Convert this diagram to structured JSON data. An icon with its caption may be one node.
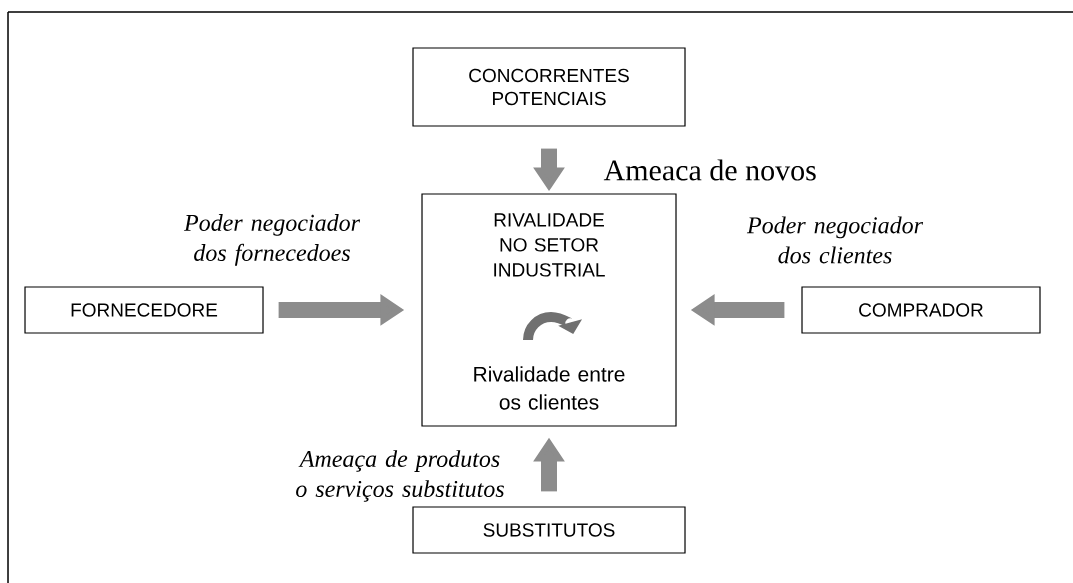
{
  "diagram": {
    "nodes": [
      {
        "text": [
          "CONCORRENTES POTENCIAIS"
        ]
      },
      {
        "text": [
          "RIVALIDADE NO SETOR INDUSTRIAL",
          "Rivalidade entre os clientes"
        ]
      },
      {
        "text": [
          "FORNECEDORE"
        ]
      },
      {
        "text": [
          "COMPRADOR"
        ]
      },
      {
        "text": [
          "SUBSTITUTOS"
        ]
      }
    ],
    "edges": [
      {
        "from": 0,
        "to": 1,
        "arrow": "to",
        "label": "Ameaca de novos"
      },
      {
        "from": 2,
        "to": 1,
        "arrow": "to",
        "label": "Poder negociador dos fornecedoes"
      },
      {
        "from": 3,
        "to": 1,
        "arrow": "to",
        "label": "Poder negociador dos clientes"
      },
      {
        "from": 4,
        "to": 1,
        "arrow": "to",
        "label": "Ameaça de produtos o serviços substitutos"
      }
    ]
  }
}
